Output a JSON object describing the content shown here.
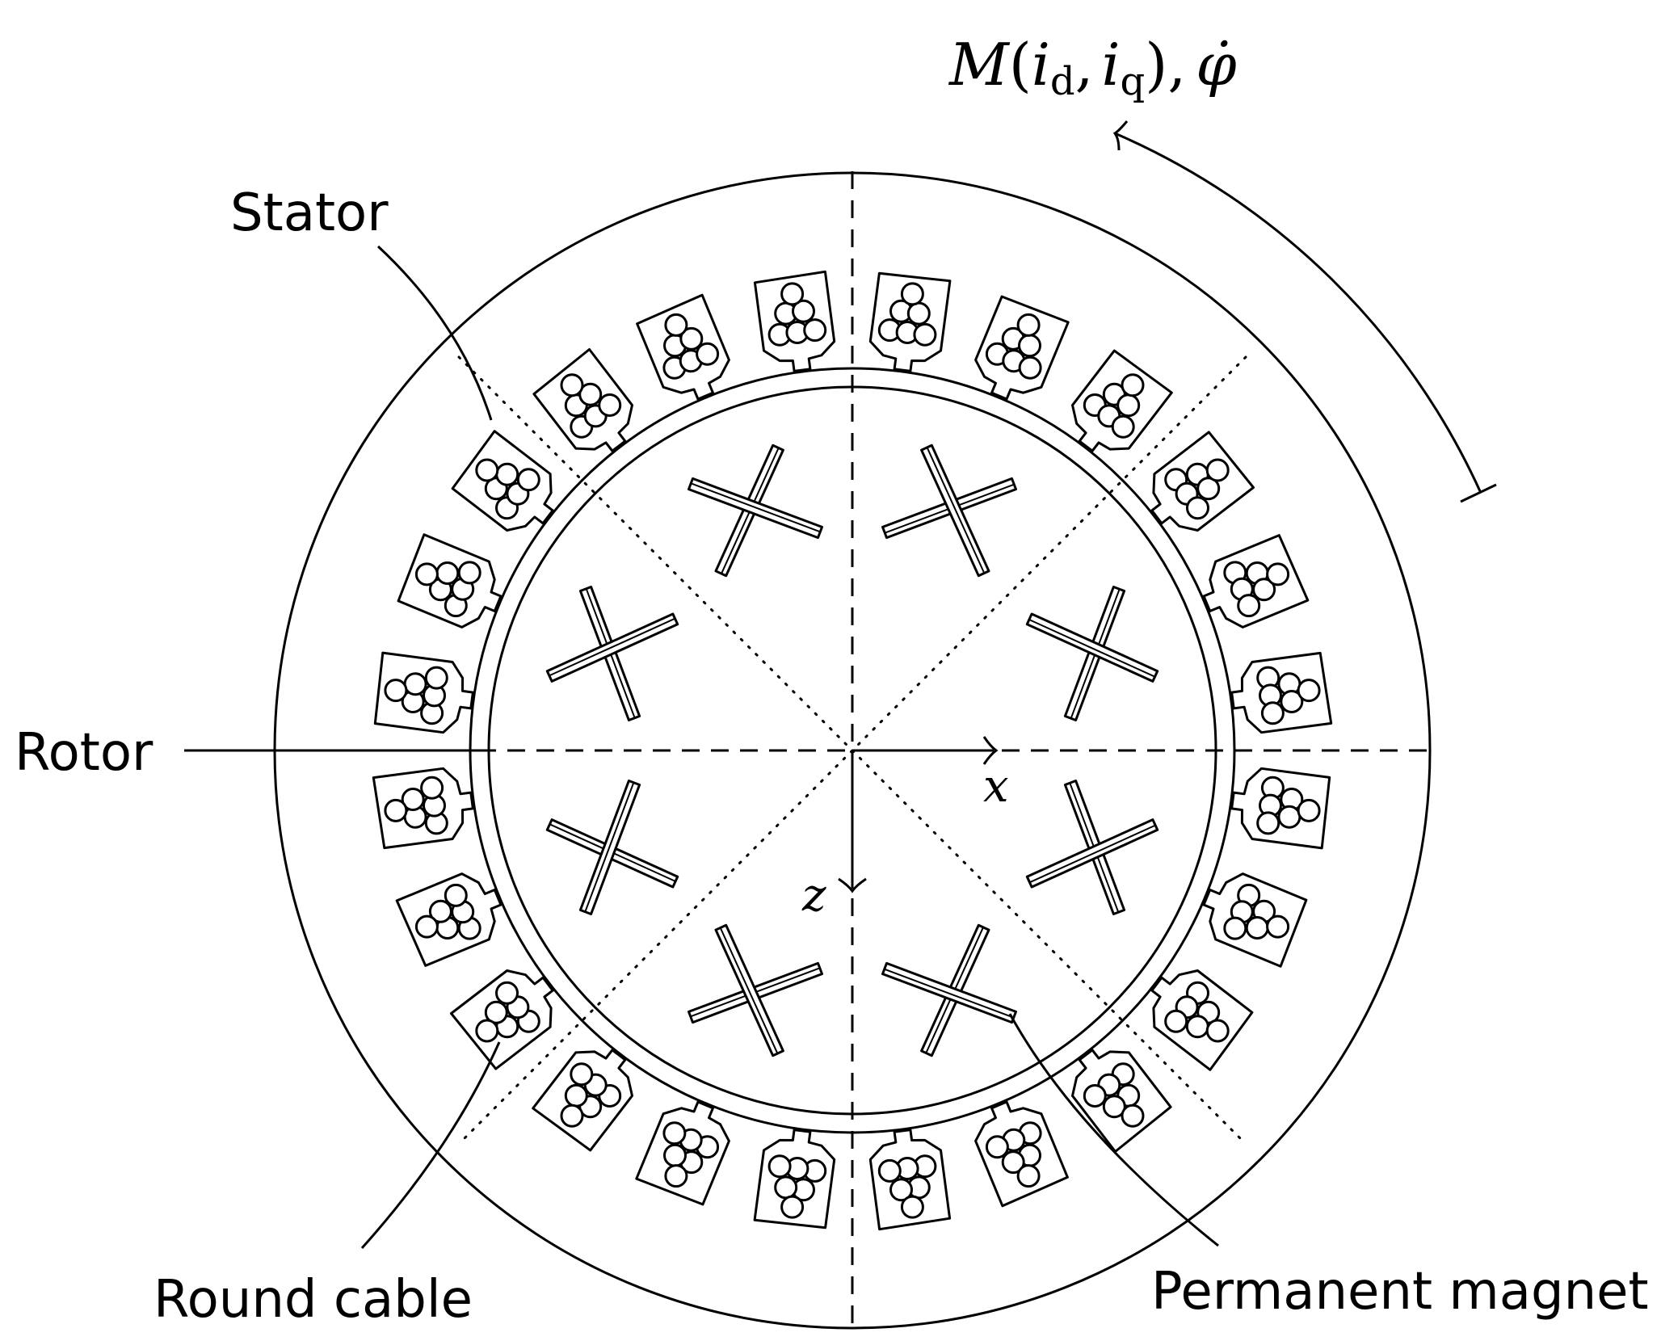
{
  "labels": {
    "stator": "Stator",
    "rotor": "Rotor",
    "round_cable": "Round cable",
    "permanent_magnet": "Permanent magnet"
  },
  "axes": {
    "x": "x",
    "z": "z"
  },
  "torque_label": {
    "M": "M",
    "open_paren": "(",
    "i1": "i",
    "sub1": "d",
    "comma1": ",",
    "i2": "i",
    "sub2": "q",
    "close_paren": "),",
    "phi_dot": "φ̇"
  },
  "structure": {
    "stator_slots": 24,
    "cables_per_slot": 6,
    "rotor_magnets": 8
  },
  "colors": {
    "line": "#000000",
    "background": "#ffffff"
  }
}
